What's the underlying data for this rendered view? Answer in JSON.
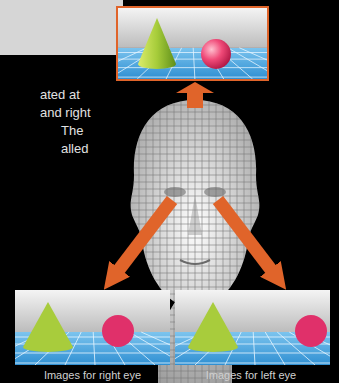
{
  "diagram": {
    "nodes": [
      {
        "text": [
          "Images for right eye"
        ]
      },
      {
        "text": [
          "Images for left eye"
        ]
      }
    ],
    "labels": [
      "ated at",
      "and right",
      "The",
      "alled"
    ]
  }
}
